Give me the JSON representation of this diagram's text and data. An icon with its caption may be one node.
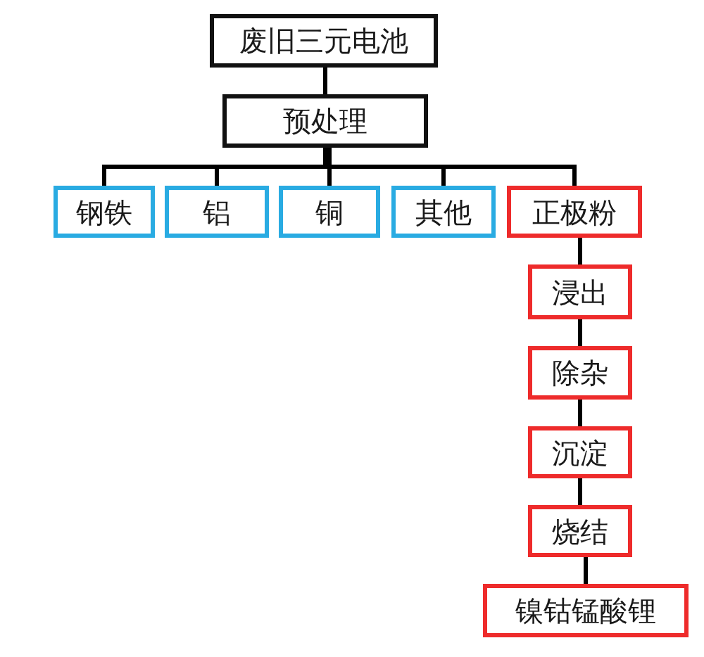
{
  "diagram": {
    "nodes": [
      {
        "text": [
          "废旧三元电池"
        ]
      },
      {
        "text": [
          "预处理"
        ]
      },
      {
        "text": [
          "钢铁"
        ]
      },
      {
        "text": [
          "铝"
        ]
      },
      {
        "text": [
          "铜"
        ]
      },
      {
        "text": [
          "其他"
        ]
      },
      {
        "text": [
          "正极粉"
        ]
      },
      {
        "text": [
          "浸出"
        ]
      },
      {
        "text": [
          "除杂"
        ]
      },
      {
        "text": [
          "沉淀"
        ]
      },
      {
        "text": [
          "烧结"
        ]
      },
      {
        "text": [
          "镍钴锰酸锂"
        ]
      }
    ],
    "edges": [
      {
        "from": 0,
        "to": 1,
        "arrow": "none"
      },
      {
        "from": 1,
        "to": 2,
        "arrow": "none"
      },
      {
        "from": 1,
        "to": 3,
        "arrow": "none"
      },
      {
        "from": 1,
        "to": 4,
        "arrow": "none"
      },
      {
        "from": 1,
        "to": 5,
        "arrow": "none"
      },
      {
        "from": 1,
        "to": 6,
        "arrow": "none"
      },
      {
        "from": 6,
        "to": 7,
        "arrow": "none"
      },
      {
        "from": 7,
        "to": 8,
        "arrow": "none"
      },
      {
        "from": 8,
        "to": 9,
        "arrow": "none"
      },
      {
        "from": 9,
        "to": 10,
        "arrow": "none"
      },
      {
        "from": 10,
        "to": 11,
        "arrow": "none"
      }
    ]
  }
}
